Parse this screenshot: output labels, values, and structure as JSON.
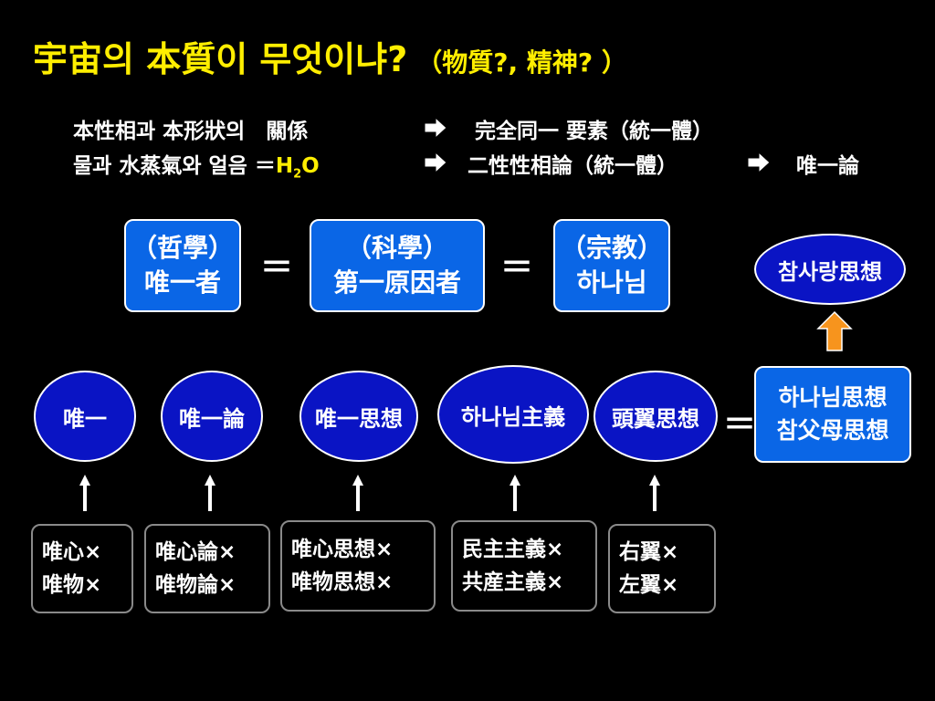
{
  "title": {
    "main": "宇宙의 本質이 무엇이냐?",
    "sub": "（物質?, 精神? ）"
  },
  "lines": {
    "l1_left": "本性相과 本形狀의　關係",
    "l1_right": "完全同一 要素（統一體）",
    "l2_left": "물과 水蒸氣와 얼음 ＝",
    "l2_h": "H",
    "l2_2": "2",
    "l2_o": "O",
    "l2_mid": "二性性相論（統一體）",
    "l2_right": "唯一論"
  },
  "top_boxes": [
    {
      "line1": "（哲學）",
      "line2": "唯一者"
    },
    {
      "line1": "（科學）",
      "line2": "第一原因者"
    },
    {
      "line1": "（宗教）",
      "line2": "하나님"
    }
  ],
  "equals": "＝",
  "top_ellipse": "참사랑思想",
  "ellipses": [
    "唯一",
    "唯一論",
    "唯一思想",
    "하나님主義",
    "頭翼思想"
  ],
  "right_box": {
    "line1": "하나님思想",
    "line2": "참父母思想"
  },
  "bottom_boxes": [
    {
      "line1": "唯心×",
      "line2": "唯物×"
    },
    {
      "line1": "唯心論×",
      "line2": "唯物論×"
    },
    {
      "line1": "唯心思想×",
      "line2": "唯物思想×"
    },
    {
      "line1": "民主主義×",
      "line2": "共産主義×"
    },
    {
      "line1": "右翼×",
      "line2": "左翼×"
    }
  ],
  "colors": {
    "title": "#ffee00",
    "rounded_box": "#0a66e6",
    "ellipse": "#0a14c4",
    "arrow_orange": "#f7941d"
  }
}
